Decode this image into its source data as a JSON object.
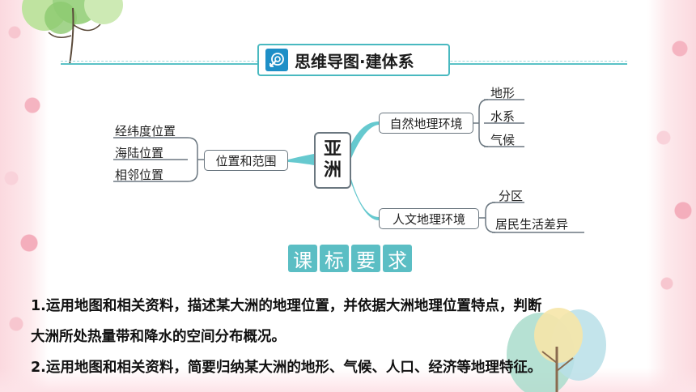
{
  "header": {
    "title": "思维导图·建体系"
  },
  "mindmap": {
    "center": [
      "亚",
      "洲"
    ],
    "left": {
      "node": "位置和范围",
      "children": [
        "经纬度位置",
        "海陆位置",
        "相邻位置"
      ]
    },
    "right_top": {
      "node": "自然地理环境",
      "children": [
        "地形",
        "水系",
        "气候"
      ]
    },
    "right_bottom": {
      "node": "人文地理环境",
      "children": [
        "分区",
        "居民生活差异"
      ]
    }
  },
  "requirements": {
    "badge": [
      "课",
      "标",
      "要",
      "求"
    ],
    "line1": "1.运用地图和相关资料，描述某大洲的地理位置，并依据大洲地理位置特点，判断",
    "line2": "大洲所处热量带和降水的空间分布概况。",
    "line3": "2.运用地图和相关资料，简要归纳某大洲的地形、气候、人口、经济等地理特征。"
  },
  "colors": {
    "accent": "#5bbec4",
    "header_icon": "#1e8fc7",
    "border_pink": "#f7c6cf"
  }
}
